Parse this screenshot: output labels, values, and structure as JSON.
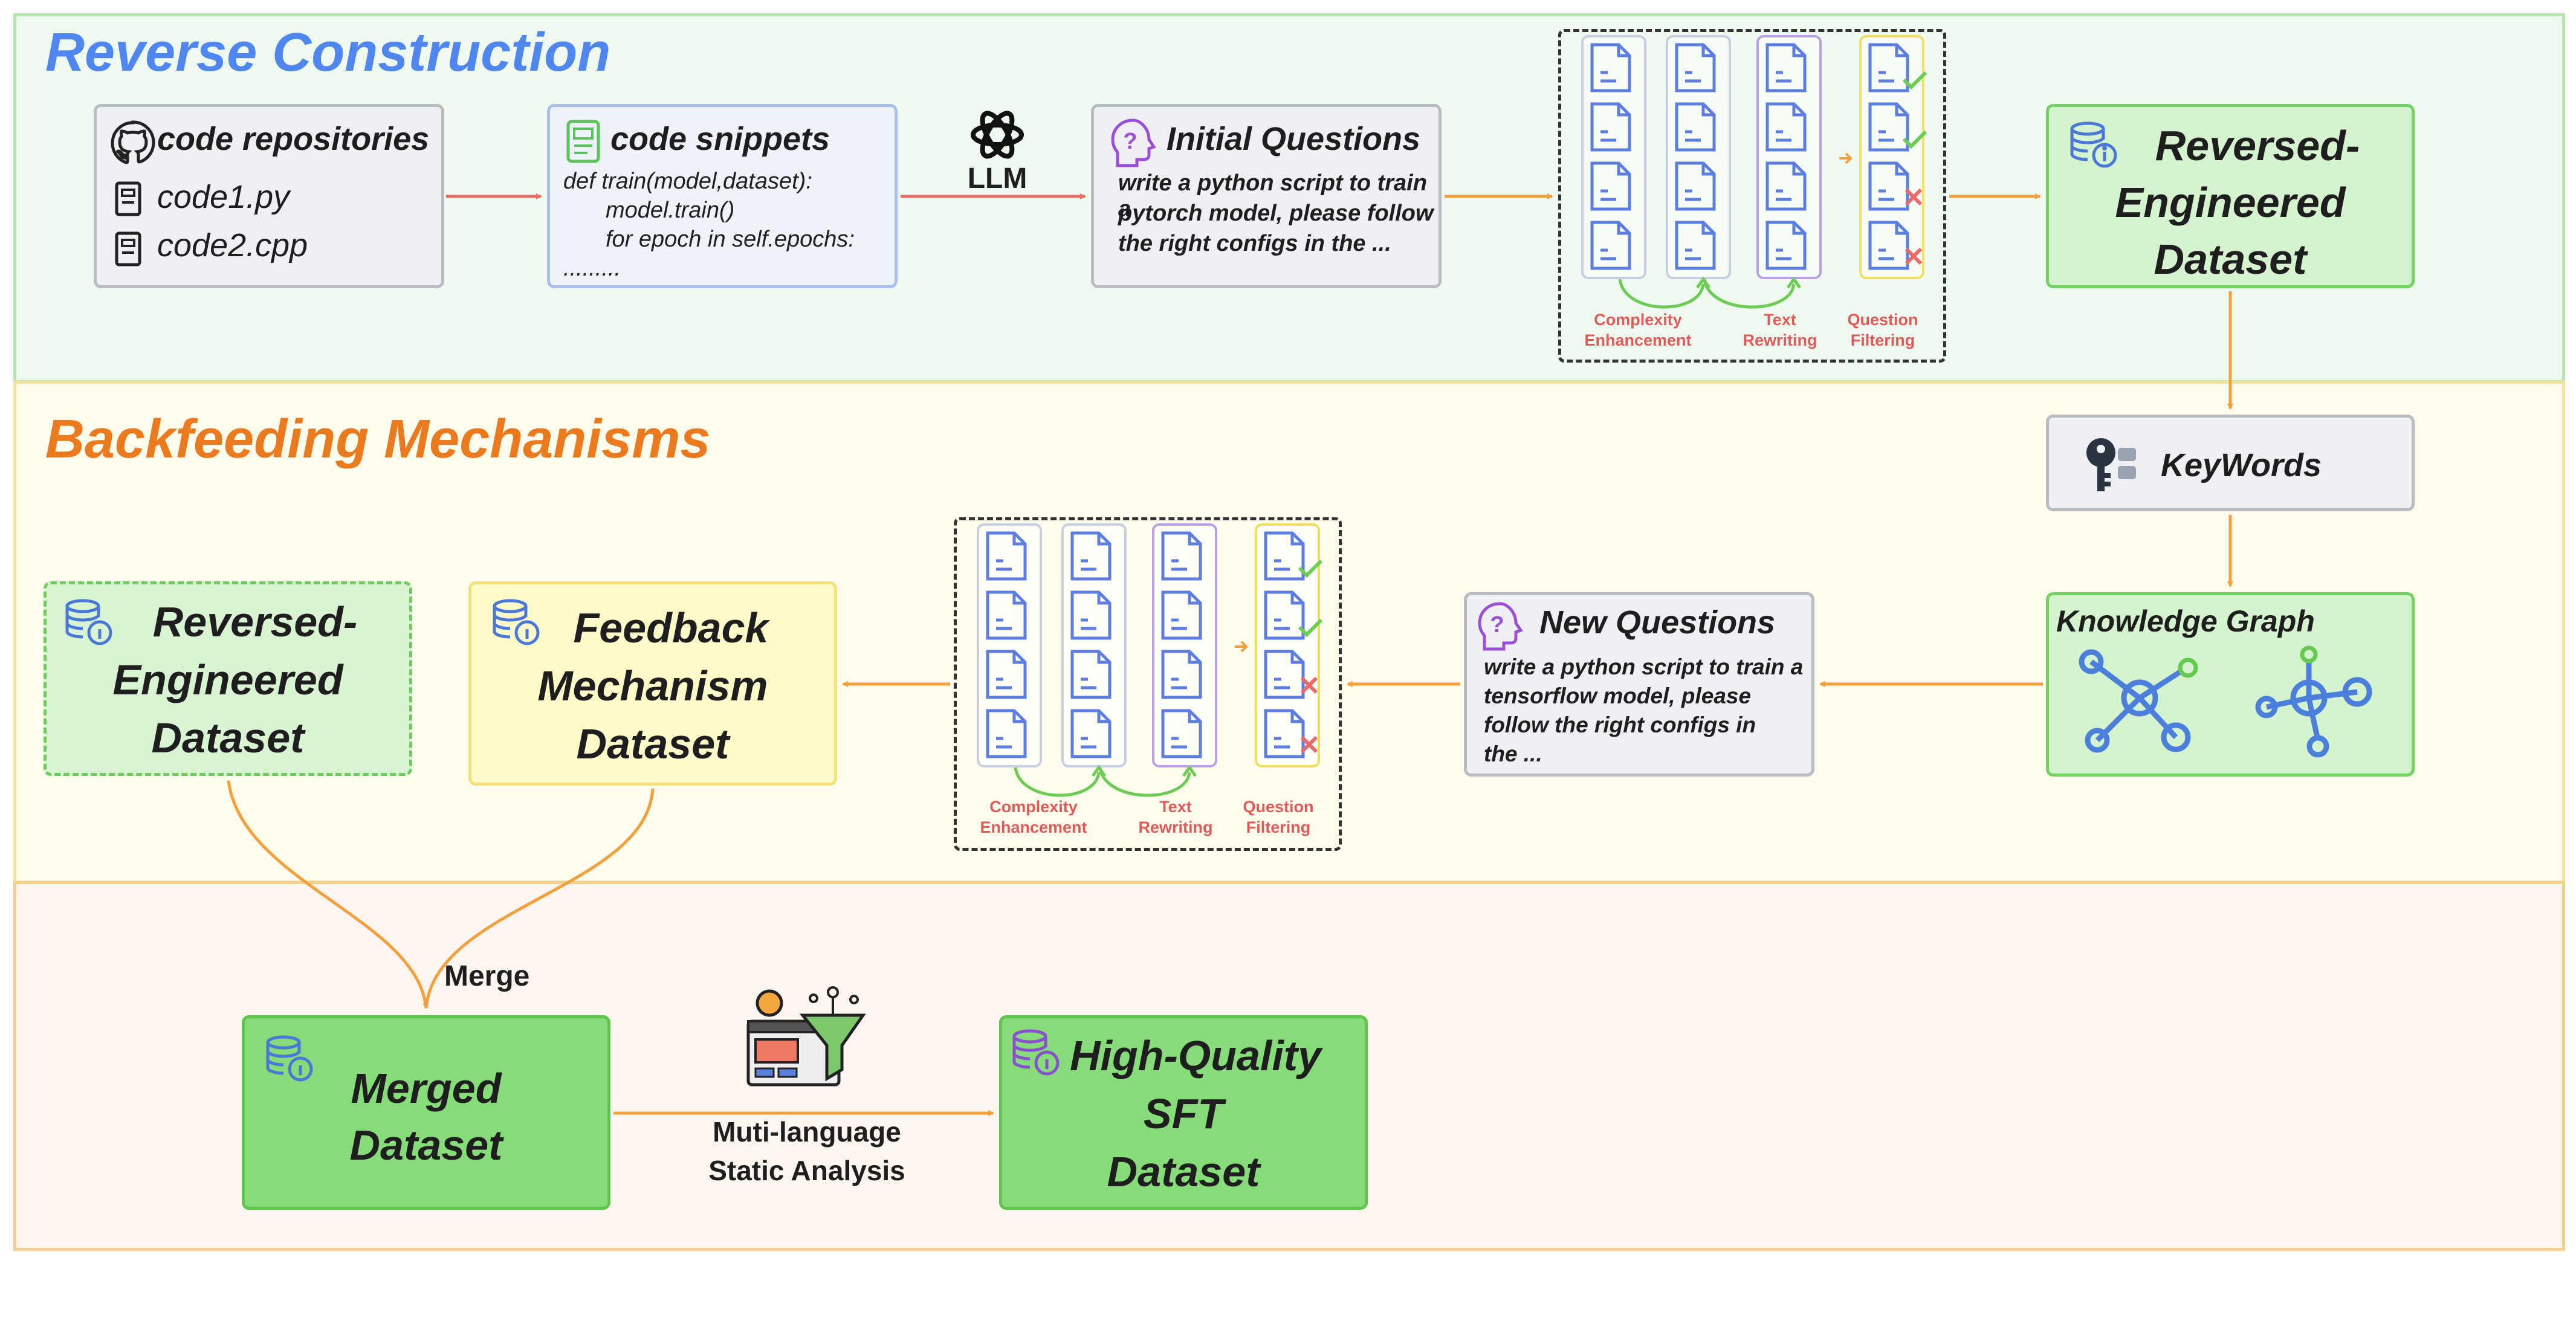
{
  "sections": {
    "reverse_title": "Reverse Construction",
    "backfeed_title": "Backfeeding Mechanisms"
  },
  "reverse": {
    "repo_title": "code repositories",
    "repo_files": [
      "code1.py",
      "code2.cpp"
    ],
    "snippets_title": "code snippets",
    "snippet_lines": [
      "def train(model,dataset):",
      "model.train()",
      "for epoch in self.epochs:",
      "........."
    ],
    "llm_label": "LLM",
    "initial_title": "Initial Questions",
    "initial_text": [
      "write a python script to train a",
      "pytorch model, please follow",
      "the right configs in the ..."
    ],
    "dataset_lines": [
      "Reversed-",
      "Engineered",
      "Dataset"
    ]
  },
  "pipeline_labels": {
    "complexity": [
      "Complexity",
      "Enhancement"
    ],
    "rewriting": [
      "Text",
      "Rewriting"
    ],
    "filtering": [
      "Question",
      "Filtering"
    ]
  },
  "backfeed": {
    "keywords": "KeyWords",
    "kg_title": "Knowledge Graph",
    "new_q_title": "New Questions",
    "new_q_text": [
      "write a python script to train a",
      "tensorflow model, please",
      "follow the right configs in",
      "the ..."
    ],
    "feedback_lines": [
      "Feedback",
      "Mechanism",
      "Dataset"
    ],
    "reversed_lines": [
      "Reversed-",
      "Engineered",
      "Dataset"
    ]
  },
  "merge": {
    "merge_label": "Merge",
    "merged_lines": [
      "Merged",
      "Dataset"
    ],
    "analysis_lines": [
      "Muti-language",
      "Static Analysis"
    ],
    "hq_lines": [
      "High-Quality",
      "SFT",
      "Dataset"
    ]
  },
  "colors": {
    "reverse_title": "#4f86f0",
    "backfeed_title": "#eb7a1f",
    "arrow_orange": "#f3a03d",
    "arrow_red": "#ea6e63",
    "doc_blue": "#5b7ee0",
    "check_green": "#6ccc55",
    "cross_red": "#e86a6a"
  },
  "icons": [
    "github-icon",
    "file-icon",
    "snippet-icon",
    "openai-icon",
    "question-head-icon",
    "database-icon",
    "key-icon",
    "graph-icon",
    "analysis-funnel-icon",
    "check-icon",
    "cross-icon"
  ]
}
